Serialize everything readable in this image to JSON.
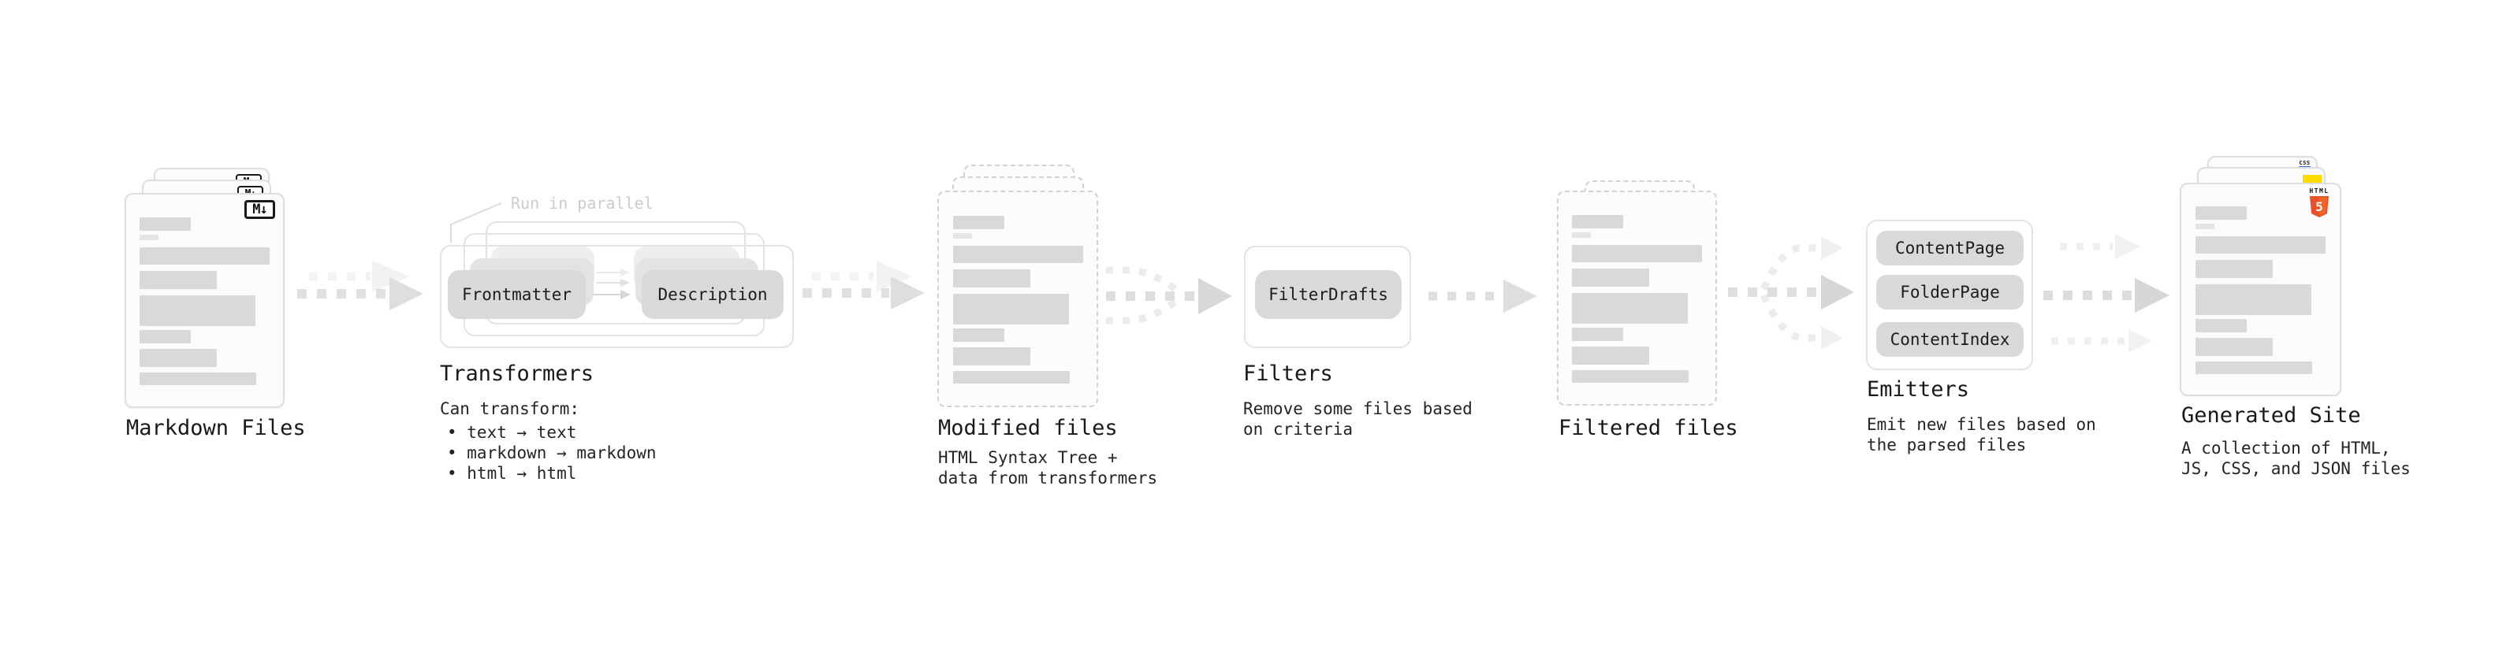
{
  "stages": {
    "markdown": {
      "label": "Markdown Files"
    },
    "transformers": {
      "label": "Transformers",
      "run_parallel": "Run in parallel",
      "pill_left": "Frontmatter",
      "pill_right": "Description",
      "sub_title": "Can transform:",
      "bullet1": "• text → text",
      "bullet2": "• markdown → markdown",
      "bullet3": "• html → html"
    },
    "modified": {
      "label": "Modified files",
      "sub_line1": "HTML Syntax Tree +",
      "sub_line2": "data from transformers"
    },
    "filters": {
      "label": "Filters",
      "pill": "FilterDrafts",
      "sub_line1": "Remove some files based",
      "sub_line2": "on criteria"
    },
    "filtered": {
      "label": "Filtered files"
    },
    "emitters": {
      "label": "Emitters",
      "pill1": "ContentPage",
      "pill2": "FolderPage",
      "pill3": "ContentIndex",
      "sub_line1": "Emit new files based on",
      "sub_line2": "the parsed files"
    },
    "generated": {
      "label": "Generated Site",
      "sub_line1": "A collection of HTML,",
      "sub_line2": "JS, CSS, and JSON files"
    }
  },
  "icons": {
    "markdown_badge": "M↓",
    "html5_text": "HTML",
    "html5_number": "5",
    "css_text": "CSS"
  },
  "colors": {
    "html5_orange": "#e8502a",
    "html5_orange_light": "#f16529",
    "js_yellow": "#ffdb00",
    "css_blue": "#3668e8",
    "pill_gray": "#d9d9d9",
    "arrow_gray": "#dcdcdc",
    "arrow_light": "#eeeeee"
  }
}
